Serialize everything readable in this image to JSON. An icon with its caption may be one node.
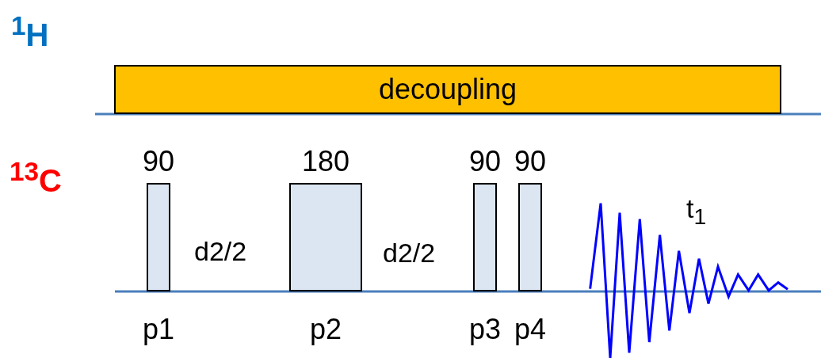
{
  "diagram": {
    "nodes": [
      {
        "text": [
          "decoupling"
        ]
      },
      {
        "text": [],
        "shape": "box",
        "beside": [
          "90",
          "p1"
        ]
      },
      {
        "text": [],
        "shape": "box",
        "beside": [
          "180",
          "p2"
        ]
      },
      {
        "text": [],
        "shape": "box",
        "beside": [
          "90",
          "p3"
        ]
      },
      {
        "text": [],
        "shape": "box",
        "beside": [
          "90",
          "p4"
        ]
      }
    ],
    "labels": [
      "$^{1}$H",
      "$^{13}$C",
      "d2/2",
      "d2/2",
      "t$_{1}$"
    ]
  }
}
